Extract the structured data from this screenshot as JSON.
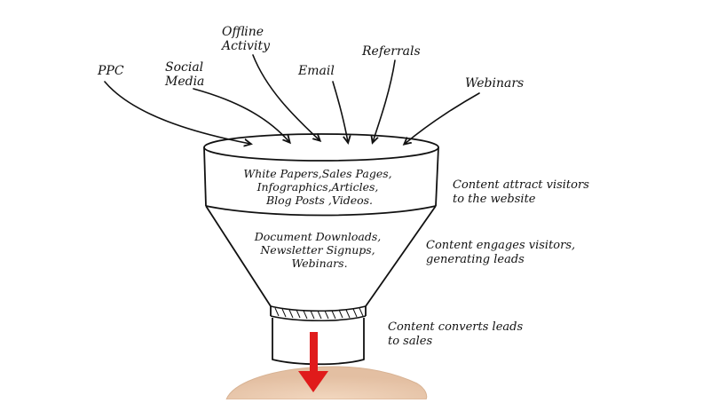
{
  "sources": [
    {
      "lines": [
        "PPC"
      ]
    },
    {
      "lines": [
        "Social",
        "Media"
      ]
    },
    {
      "lines": [
        "Offline",
        "Activity"
      ]
    },
    {
      "lines": [
        "Email"
      ]
    },
    {
      "lines": [
        "Referrals"
      ]
    },
    {
      "lines": [
        "Webinars"
      ]
    }
  ],
  "stages": [
    {
      "funnel_lines": [
        "White Papers,Sales Pages,",
        "Infographics,Articles,",
        "Blog Posts ,Videos."
      ],
      "note_lines": [
        "Content attract visitors",
        "to the website"
      ]
    },
    {
      "funnel_lines": [
        "Document Downloads,",
        "Newsletter Signups,",
        "Webinars."
      ],
      "note_lines": [
        "Content engages visitors,",
        "generating leads"
      ]
    },
    {
      "funnel_lines": [],
      "note_lines": [
        "Content converts leads",
        "to sales"
      ]
    }
  ],
  "colors": {
    "ink": "#111111",
    "arrow_red": "#e01b1b",
    "hand_skin": "#e8c9ad"
  }
}
